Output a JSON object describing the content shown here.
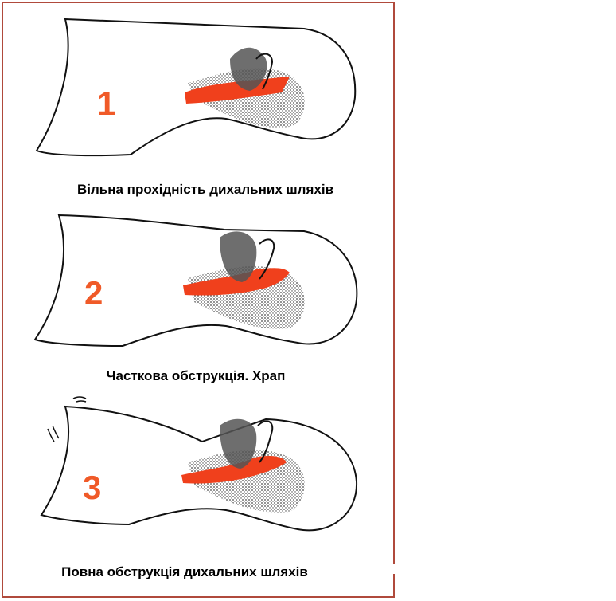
{
  "panels": [
    {
      "number": "1",
      "caption": "Вільна прохідність дихальних шляхів"
    },
    {
      "number": "2",
      "caption": "Часткова обструкція. Храп"
    },
    {
      "number": "3",
      "caption": "Повна обструкція дихальних шляхів"
    }
  ],
  "colors": {
    "frame": "#b04a3c",
    "airway": "#f0401c",
    "number": "#f05a28",
    "outline": "#111111",
    "stipple": "#333333"
  }
}
